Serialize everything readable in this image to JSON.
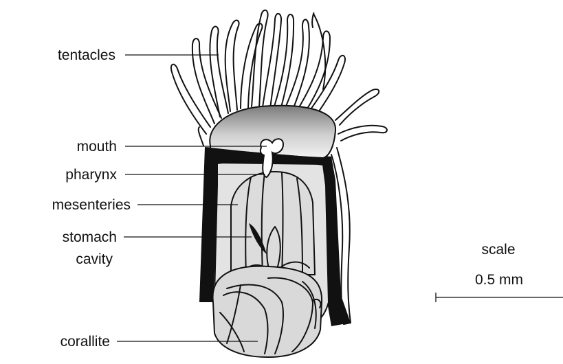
{
  "labels": {
    "tentacles": "tentacles",
    "mouth": "mouth",
    "pharynx": "pharynx",
    "mesenteries": "mesenteries",
    "stomach": "stomach",
    "cavity": "cavity",
    "corallite": "corallite"
  },
  "scale": {
    "title": "scale",
    "value": "0.5 mm"
  },
  "colors": {
    "outline": "#111111",
    "body_fill": "#d9d9d9",
    "wall": "#111111",
    "background": "#ffffff"
  }
}
